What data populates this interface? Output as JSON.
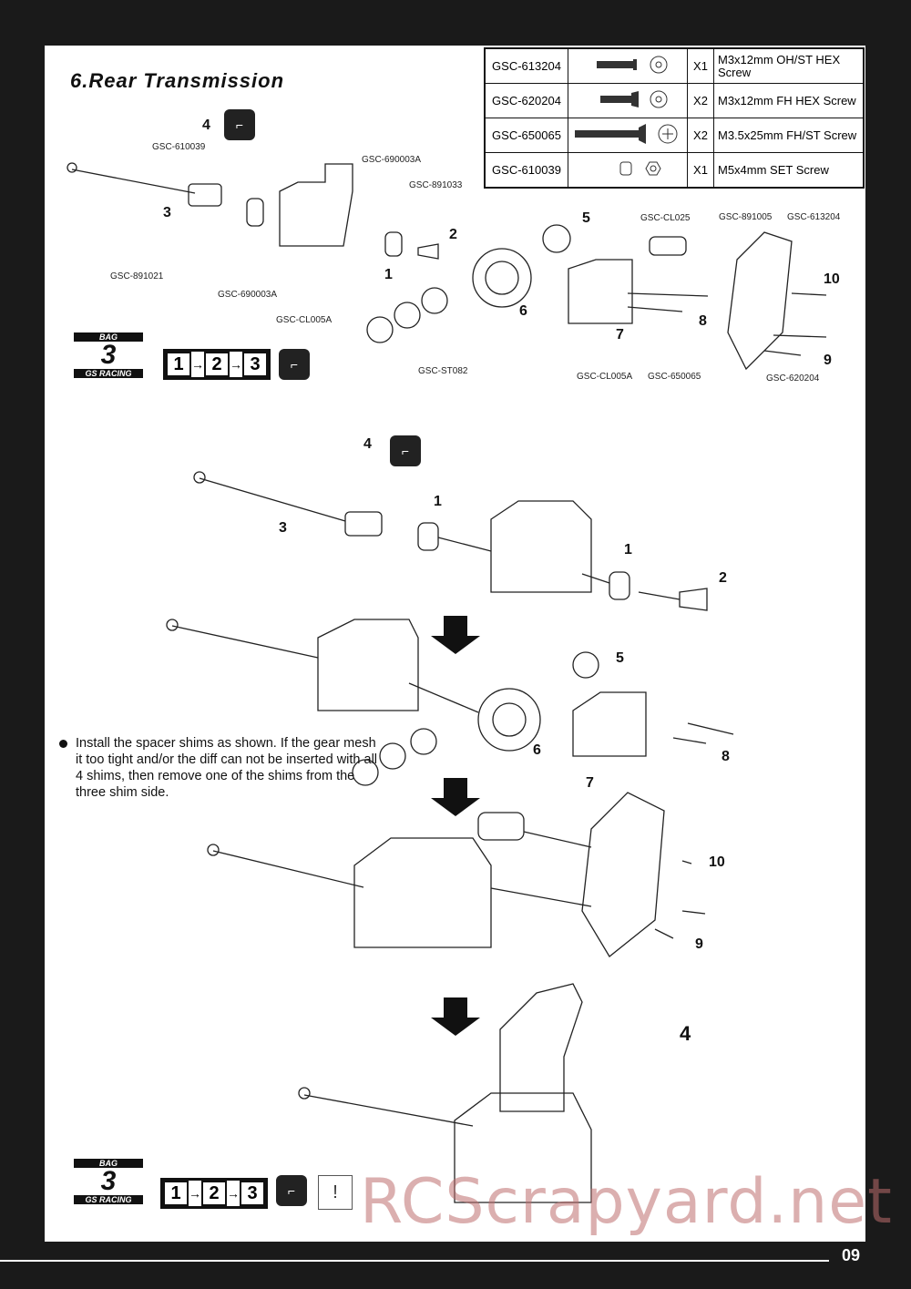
{
  "section_title": "6.Rear Transmission",
  "parts": [
    {
      "code": "GSC-613204",
      "qty": "X1",
      "desc": "M3x12mm OH/ST HEX Screw",
      "icon": "screw-oh-icon"
    },
    {
      "code": "GSC-620204",
      "qty": "X2",
      "desc": "M3x12mm FH HEX Screw",
      "icon": "screw-fh-icon"
    },
    {
      "code": "GSC-650065",
      "qty": "X2",
      "desc": "M3.5x25mm FH/ST Screw",
      "icon": "screw-long-icon"
    },
    {
      "code": "GSC-610039",
      "qty": "X1",
      "desc": "M5x4mm SET Screw",
      "icon": "set-screw-icon"
    }
  ],
  "exploded_labels": {
    "l1": "GSC-610039",
    "l2": "GSC-891021",
    "l3": "GSC-690003A",
    "l4": "GSC-CL005A",
    "l5": "GSC-690003A",
    "l6": "GSC-891033",
    "l7": "GSC-ST082",
    "l8": "GSC-CL025",
    "l9": "GSC-891005",
    "l10": "GSC-613204",
    "l11": "GSC-CL005A",
    "l12": "GSC-650065",
    "l13": "GSC-620204"
  },
  "step_numbers": {
    "a4": "4",
    "a3": "3",
    "a1": "1",
    "a2": "2",
    "a5": "5",
    "a6": "6",
    "a7": "7",
    "a8": "8",
    "a9": "9",
    "a10": "10",
    "b4": "4",
    "b1": "1",
    "b3": "3",
    "b1b": "1",
    "b2": "2",
    "c5": "5",
    "c6": "6",
    "c7": "7",
    "c8": "8",
    "d10": "10",
    "d9": "9",
    "e4": "4"
  },
  "note": "Install the spacer shims as shown. If the gear mesh it too tight and/or the diff can not be inserted with all 4 shims, then remove one of the shims from the three shim side.",
  "bag": {
    "top": "BAG",
    "number": "3",
    "bottom": "GS RACING"
  },
  "steps_box": {
    "s1": "1",
    "s2": "2",
    "s3": "3"
  },
  "watermark": "RCScrapyard.net",
  "page_number": "09"
}
